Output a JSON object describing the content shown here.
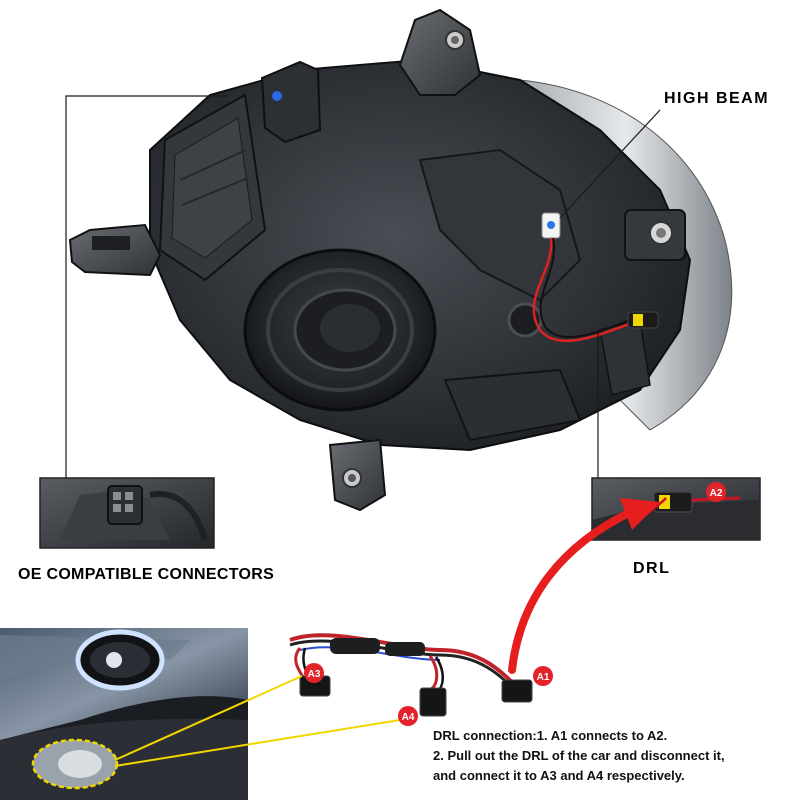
{
  "labels": {
    "high_beam": "HIGH BEAM",
    "oe_connectors": "OE COMPATIBLE CONNECTORS",
    "drl": "DRL"
  },
  "connector_tags": {
    "a1": "A1",
    "a2": "A2",
    "a3": "A3",
    "a4": "A4"
  },
  "instructions": {
    "line1": "DRL connection:1. A1 connects to A2.",
    "line2": "2. Pull out the DRL of the car and disconnect it,",
    "line3": "and connect it to A3 and A4 respectively."
  },
  "colors": {
    "tag_red": "#e2232a",
    "arrow_red": "#e61e1e",
    "callout_yellow": "#f2d600",
    "housing_dark": "#2a2d31"
  },
  "icons": {
    "high_beam_bulb": "bulb-socket-icon",
    "drl_plug": "connector-plug-icon"
  }
}
